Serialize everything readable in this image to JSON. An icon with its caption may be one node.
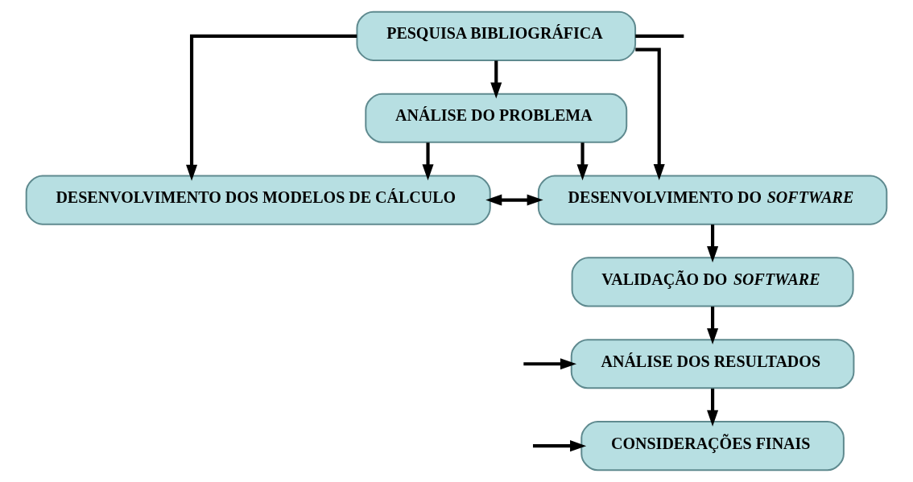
{
  "diagram": {
    "nodes": [
      {
        "text": [
          "PESQUISA BIBLIOGRÁFICA"
        ]
      },
      {
        "text": [
          "ANÁLISE DO PROBLEMA"
        ]
      },
      {
        "text": [
          "DESENVOLVIMENTO DOS MODELOS DE CÁLCULO"
        ]
      },
      {
        "text": [
          "DESENVOLVIMENTO DO *SOFTWARE*"
        ]
      },
      {
        "text": [
          "VALIDAÇÃO DO *SOFTWARE*"
        ]
      },
      {
        "text": [
          "ANÁLISE DOS RESULTADOS"
        ]
      },
      {
        "text": [
          "CONSIDERAÇÕES FINAIS"
        ]
      }
    ],
    "edges": [
      {
        "from": 0,
        "to": 1,
        "arrow": "to"
      },
      {
        "from": 0,
        "to": 2,
        "arrow": "to"
      },
      {
        "from": 0,
        "to": 3,
        "arrow": "to"
      },
      {
        "from": 1,
        "to": 2,
        "arrow": "to"
      },
      {
        "from": 1,
        "to": 3,
        "arrow": "to"
      },
      {
        "from": 2,
        "to": 3,
        "arrow": "both"
      },
      {
        "from": 3,
        "to": 4,
        "arrow": "to"
      },
      {
        "from": 4,
        "to": 5,
        "arrow": "to"
      },
      {
        "from": 5,
        "to": 6,
        "arrow": "to"
      },
      {
        "from": 0,
        "to": null,
        "arrow": "none"
      },
      {
        "from": null,
        "to": 5,
        "arrow": "to"
      },
      {
        "from": null,
        "to": 6,
        "arrow": "to"
      }
    ]
  }
}
